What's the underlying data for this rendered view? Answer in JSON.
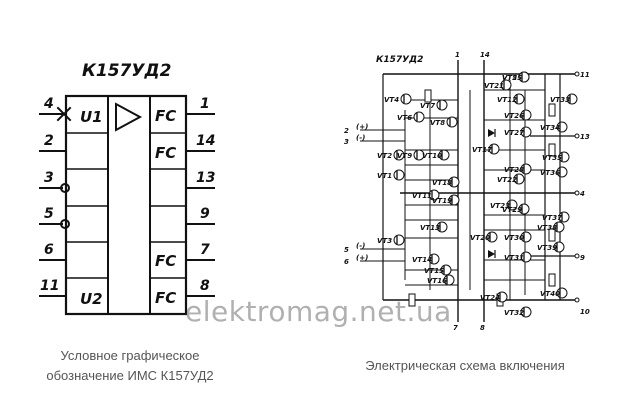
{
  "symbol": {
    "title": "К157УД2",
    "u1": "U1",
    "u2": "U2",
    "fc": "FC",
    "left_pins": [
      "4",
      "2",
      "3",
      "5",
      "6",
      "11"
    ],
    "right_pins": [
      "1",
      "14",
      "13",
      "9",
      "7",
      "8"
    ]
  },
  "schematic": {
    "title": "К157УД2",
    "top_pins": [
      "1",
      "14"
    ],
    "bottom_pins": [
      "7",
      "8"
    ],
    "right_pins": [
      "11",
      "13",
      "4",
      "9",
      "10"
    ],
    "left_pins": [
      "2",
      "3",
      "5",
      "6"
    ],
    "input_marks": [
      "(+)",
      "(-)",
      "(-)",
      "(+)"
    ],
    "transistors": [
      "VT1",
      "VT2",
      "VT3",
      "VT4",
      "VT5",
      "VT6",
      "VT7",
      "VT8",
      "VT9",
      "VT10",
      "VT11",
      "VT12",
      "VT13",
      "VT14",
      "VT15",
      "VT16",
      "VT17",
      "VT18",
      "VT19",
      "VT20",
      "VT21",
      "VT22",
      "VT23",
      "VT24",
      "VT25",
      "VT26",
      "VT27",
      "VT28",
      "VT29",
      "VT30",
      "VT31",
      "VT32",
      "VT33",
      "VT34",
      "VT35",
      "VT36",
      "VT37",
      "VT38",
      "VT39",
      "VT40"
    ]
  },
  "captions": {
    "left_line1": "Условное графическое",
    "left_line2": "обозначение ИМС К157УД2",
    "right": "Электрическая схема включения"
  },
  "watermark": "elektromag.net.ua"
}
